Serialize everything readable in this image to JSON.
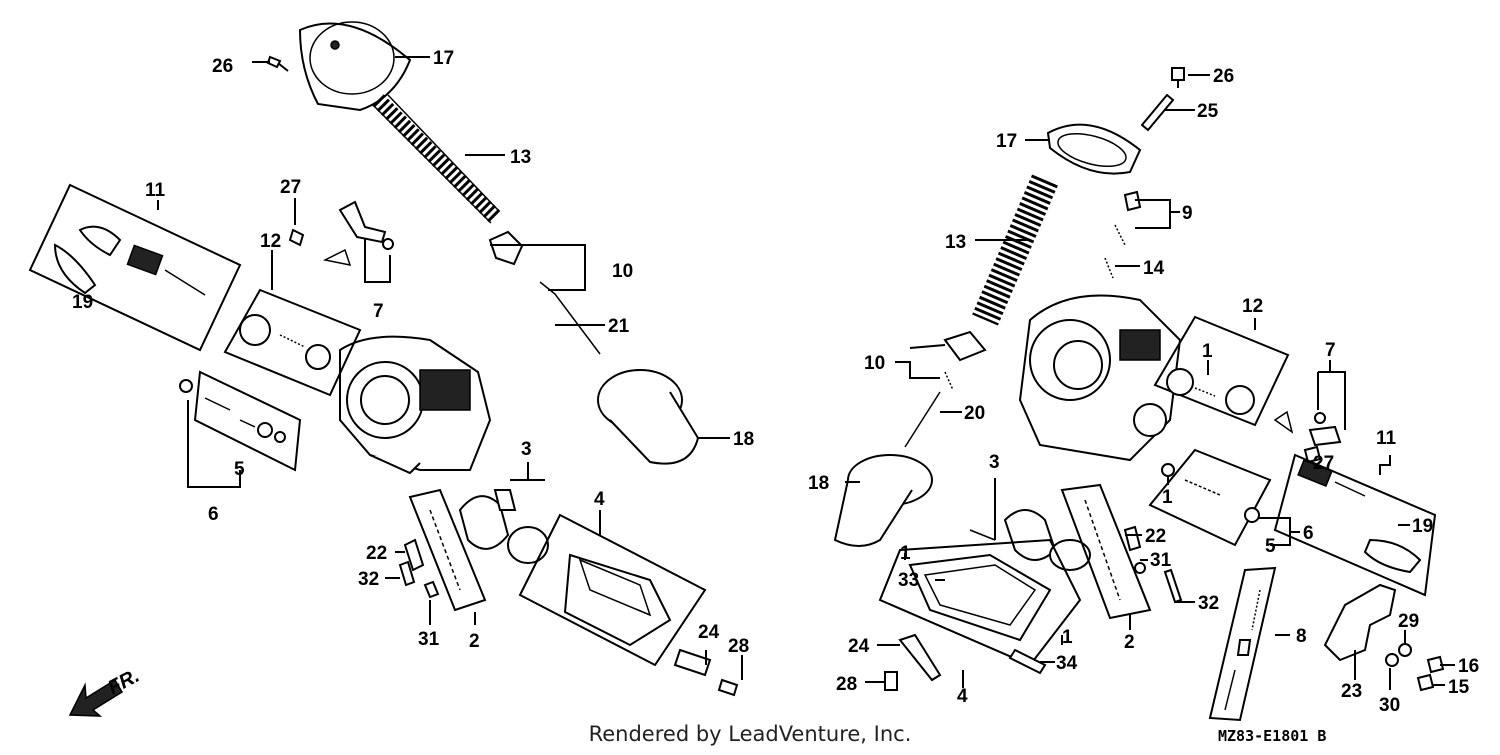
{
  "credit": "Rendered by LeadVenture, Inc.",
  "diagram_code": "MZ83-E1801 B",
  "direction_label": "FR.",
  "labels": [
    {
      "id": "l26a",
      "text": "26"
    },
    {
      "id": "l17a",
      "text": "17"
    },
    {
      "id": "l13a",
      "text": "13"
    },
    {
      "id": "l11a",
      "text": "11"
    },
    {
      "id": "l27a",
      "text": "27"
    },
    {
      "id": "l12a",
      "text": "12"
    },
    {
      "id": "l19a",
      "text": "19"
    },
    {
      "id": "l7a",
      "text": "7"
    },
    {
      "id": "l10a",
      "text": "10"
    },
    {
      "id": "l21",
      "text": "21"
    },
    {
      "id": "l18a",
      "text": "18"
    },
    {
      "id": "l5a",
      "text": "5"
    },
    {
      "id": "l6a",
      "text": "6"
    },
    {
      "id": "l3a",
      "text": "3"
    },
    {
      "id": "l4a",
      "text": "4"
    },
    {
      "id": "l22a",
      "text": "22"
    },
    {
      "id": "l32a",
      "text": "32"
    },
    {
      "id": "l31a",
      "text": "31"
    },
    {
      "id": "l2a",
      "text": "2"
    },
    {
      "id": "l24a",
      "text": "24"
    },
    {
      "id": "l28a",
      "text": "28"
    },
    {
      "id": "l26b",
      "text": "26"
    },
    {
      "id": "l25",
      "text": "25"
    },
    {
      "id": "l17b",
      "text": "17"
    },
    {
      "id": "l9",
      "text": "9"
    },
    {
      "id": "l13b",
      "text": "13"
    },
    {
      "id": "l14",
      "text": "14"
    },
    {
      "id": "l12b",
      "text": "12"
    },
    {
      "id": "l1a",
      "text": "1"
    },
    {
      "id": "l7b",
      "text": "7"
    },
    {
      "id": "l10b",
      "text": "10"
    },
    {
      "id": "l20",
      "text": "20"
    },
    {
      "id": "l11b",
      "text": "11"
    },
    {
      "id": "l27b",
      "text": "27"
    },
    {
      "id": "l3b",
      "text": "3"
    },
    {
      "id": "l18b",
      "text": "18"
    },
    {
      "id": "l1b",
      "text": "1"
    },
    {
      "id": "l6b",
      "text": "6"
    },
    {
      "id": "l5b",
      "text": "5"
    },
    {
      "id": "l19b",
      "text": "19"
    },
    {
      "id": "l22b",
      "text": "22"
    },
    {
      "id": "l31b",
      "text": "31"
    },
    {
      "id": "l1c",
      "text": "1"
    },
    {
      "id": "l33",
      "text": "33"
    },
    {
      "id": "l32b",
      "text": "32"
    },
    {
      "id": "l8",
      "text": "8"
    },
    {
      "id": "l2b",
      "text": "2"
    },
    {
      "id": "l1d",
      "text": "1"
    },
    {
      "id": "l24b",
      "text": "24"
    },
    {
      "id": "l34",
      "text": "34"
    },
    {
      "id": "l29",
      "text": "29"
    },
    {
      "id": "l16",
      "text": "16"
    },
    {
      "id": "l28b",
      "text": "28"
    },
    {
      "id": "l4b",
      "text": "4"
    },
    {
      "id": "l23",
      "text": "23"
    },
    {
      "id": "l30",
      "text": "30"
    },
    {
      "id": "l15",
      "text": "15"
    }
  ]
}
